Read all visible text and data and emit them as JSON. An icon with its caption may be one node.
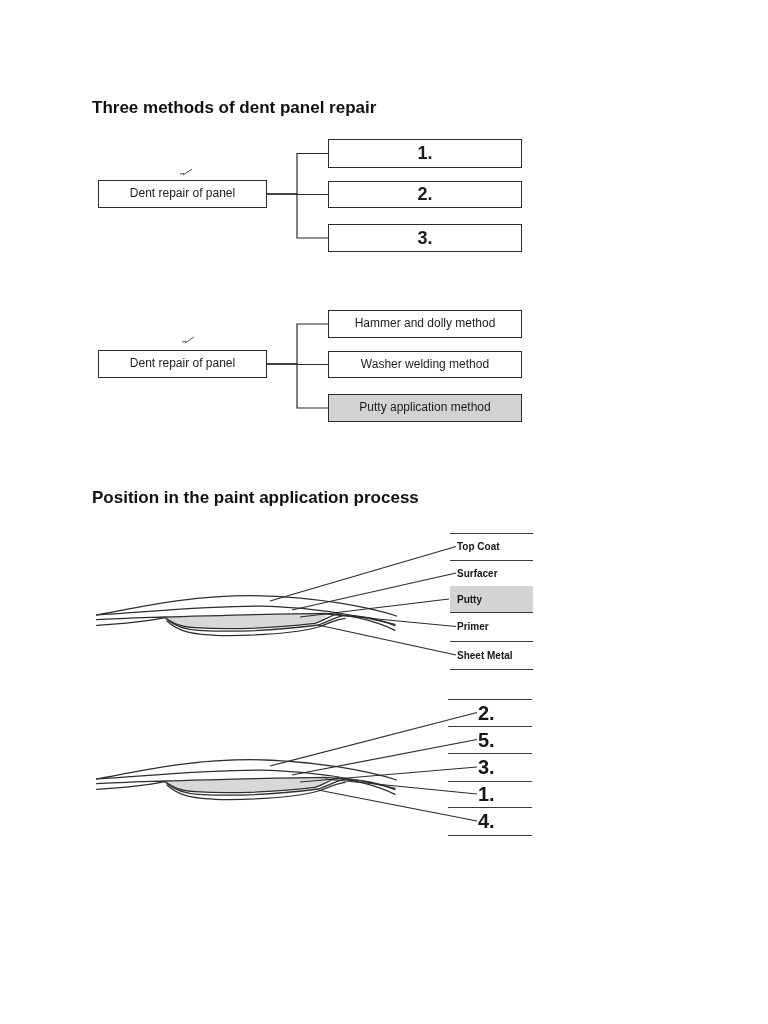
{
  "diagram": {
    "title": "Three methods of dent panel repair",
    "nodes": [
      {
        "text": [
          "Dent repair of panel"
        ]
      },
      {
        "text": [
          "1."
        ]
      },
      {
        "text": [
          "2."
        ]
      },
      {
        "text": [
          "3."
        ]
      },
      {
        "text": [
          "Dent repair of panel"
        ]
      },
      {
        "text": [
          "Hammer and dolly method"
        ]
      },
      {
        "text": [
          "Washer welding method"
        ]
      },
      {
        "text": [
          "Putty application method"
        ]
      },
      {
        "text": [
          "Top Coat"
        ]
      },
      {
        "text": [
          "Surfacer"
        ]
      },
      {
        "text": [
          "Putty"
        ]
      },
      {
        "text": [
          "Primer"
        ]
      },
      {
        "text": [
          "Sheet Metal"
        ]
      },
      {
        "text": [
          "2."
        ]
      },
      {
        "text": [
          "5."
        ]
      },
      {
        "text": [
          "3."
        ]
      },
      {
        "text": [
          "1."
        ]
      },
      {
        "text": [
          "4."
        ]
      }
    ],
    "edges": [
      {
        "from": 0,
        "to": 1,
        "arrow": "none"
      },
      {
        "from": 0,
        "to": 2,
        "arrow": "none"
      },
      {
        "from": 0,
        "to": 3,
        "arrow": "none"
      },
      {
        "from": 4,
        "to": 5,
        "arrow": "none"
      },
      {
        "from": 4,
        "to": 6,
        "arrow": "none"
      },
      {
        "from": 4,
        "to": 7,
        "arrow": "none"
      },
      {
        "from": 8,
        "to": null,
        "arrow": "none"
      },
      {
        "from": 9,
        "to": null,
        "arrow": "none"
      },
      {
        "from": 10,
        "to": null,
        "arrow": "none"
      },
      {
        "from": 11,
        "to": null,
        "arrow": "none"
      },
      {
        "from": 12,
        "to": null,
        "arrow": "none"
      },
      {
        "from": 13,
        "to": null,
        "arrow": "none"
      },
      {
        "from": 14,
        "to": null,
        "arrow": "none"
      },
      {
        "from": 15,
        "to": null,
        "arrow": "none"
      },
      {
        "from": 16,
        "to": null,
        "arrow": "none"
      },
      {
        "from": 17,
        "to": null,
        "arrow": "none"
      }
    ],
    "labels": [
      "Position in the paint application process"
    ]
  }
}
